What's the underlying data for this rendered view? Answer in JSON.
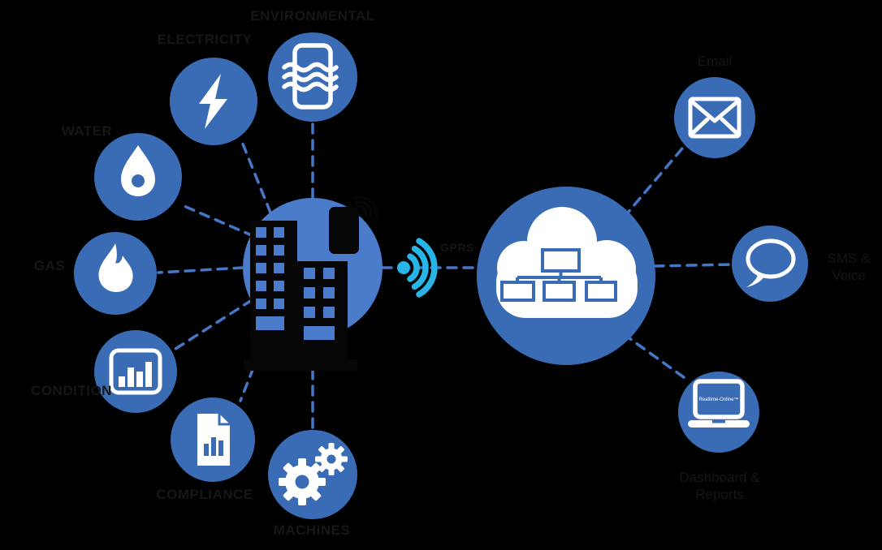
{
  "colors": {
    "background": "#000000",
    "satellite_blue": "#3a6cb5",
    "hub_blue": "#4b7ccb",
    "cloud_blue": "#3a6cb5",
    "signal_cyan": "#27b5e8",
    "connector_blue": "#4577c7",
    "icon_white": "#ffffff",
    "silhouette_black": "#060606",
    "label_black": "#161616"
  },
  "hub": {
    "name": "building with gateway device",
    "icon": "building-gateway-icon"
  },
  "link": {
    "label": "GPRS",
    "icon": "wifi-signal-icon"
  },
  "cloud": {
    "name": "cloud platform",
    "icon": "cloud-network-icon"
  },
  "left_nodes": {
    "environmental": {
      "label": "ENVIRONMENTAL",
      "icon": "radiator-sensor-icon"
    },
    "electricity": {
      "label": "ELECTRICITY",
      "icon": "lightning-bolt-icon"
    },
    "water": {
      "label": "WATER",
      "icon": "water-drop-icon"
    },
    "gas": {
      "label": "GAS",
      "icon": "flame-icon"
    },
    "condition": {
      "label": "CONDITION",
      "icon": "bar-chart-icon"
    },
    "compliance": {
      "label": "COMPLIANCE",
      "icon": "report-document-icon"
    },
    "machines": {
      "label": "MACHINES",
      "icon": "gears-icon"
    }
  },
  "right_nodes": {
    "email": {
      "label": "Email",
      "icon": "envelope-icon"
    },
    "sms": {
      "label_line1": "SMS &",
      "label_line2": "Voice",
      "icon": "speech-bubble-icon"
    },
    "dashboard": {
      "label_line1": "Dashboard &",
      "label_line2": "Reports",
      "icon": "laptop-icon",
      "screen_text": "Realtime-Online™"
    }
  }
}
